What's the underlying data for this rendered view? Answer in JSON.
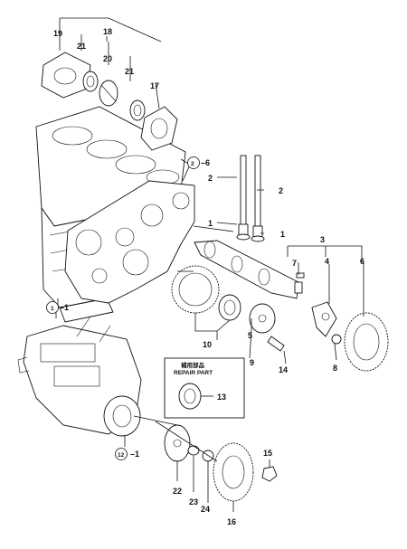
{
  "callouts": [
    {
      "id": "c19",
      "text": "19"
    },
    {
      "id": "c21a",
      "text": "21"
    },
    {
      "id": "c18",
      "text": "18"
    },
    {
      "id": "c20",
      "text": "20"
    },
    {
      "id": "c21b",
      "text": "21"
    },
    {
      "id": "c17",
      "text": "17"
    },
    {
      "id": "c2ref",
      "text": "2"
    },
    {
      "id": "c2refsuf",
      "text": "–6"
    },
    {
      "id": "c2a",
      "text": "2"
    },
    {
      "id": "c2b",
      "text": "2"
    },
    {
      "id": "c1a",
      "text": "1"
    },
    {
      "id": "c1b",
      "text": "1"
    },
    {
      "id": "c3",
      "text": "3"
    },
    {
      "id": "c7",
      "text": "7"
    },
    {
      "id": "c4",
      "text": "4"
    },
    {
      "id": "c6",
      "text": "6"
    },
    {
      "id": "c1ref",
      "text": "1"
    },
    {
      "id": "c1refsuf",
      "text": "–1"
    },
    {
      "id": "c10",
      "text": "10"
    },
    {
      "id": "c5",
      "text": "5"
    },
    {
      "id": "c9",
      "text": "9"
    },
    {
      "id": "c14",
      "text": "14"
    },
    {
      "id": "c8",
      "text": "8"
    },
    {
      "id": "c13",
      "text": "13"
    },
    {
      "id": "c12ref",
      "text": "12"
    },
    {
      "id": "c12refsuf",
      "text": "–1"
    },
    {
      "id": "c15",
      "text": "15"
    },
    {
      "id": "c22",
      "text": "22"
    },
    {
      "id": "c23",
      "text": "23"
    },
    {
      "id": "c24",
      "text": "24"
    },
    {
      "id": "c16",
      "text": "16"
    }
  ],
  "repair_box": {
    "title_jp": "補用部品",
    "title_en": "REPAIR PART"
  }
}
